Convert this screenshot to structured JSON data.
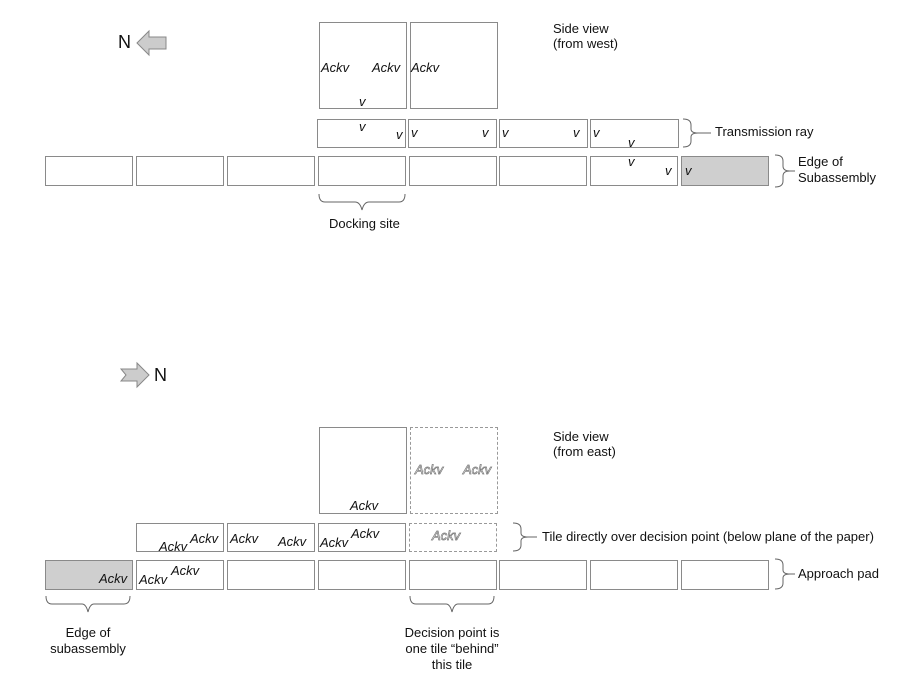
{
  "top": {
    "compass": {
      "letter": "N",
      "arrow": "left-arrow-icon",
      "arrow_fill": "#cccccc"
    },
    "side_view": {
      "line1": "Side view",
      "line2": "(from west)"
    },
    "transmission_ray": "Transmission ray",
    "edge": {
      "line1": "Edge of",
      "line2": "Subassembly"
    },
    "docking_site": "Docking site",
    "ackv": "Ackv",
    "v": "v"
  },
  "bottom": {
    "compass": {
      "letter": "N",
      "arrow": "right-arrow-icon",
      "arrow_fill": "#cccccc"
    },
    "side_view": {
      "line1": "Side view",
      "line2": "(from east)"
    },
    "tile_over": "Tile directly over decision point (below plane of the paper)",
    "approach_pad": "Approach pad",
    "edge": {
      "line1": "Edge of",
      "line2": "subassembly"
    },
    "decision": {
      "line1": "Decision point is",
      "line2": "one tile “behind”",
      "line3": "this tile"
    },
    "ackv": "Ackv"
  },
  "colors": {
    "tile_border": "#8a8a8a",
    "filled_tile": "#cfcfcf"
  }
}
